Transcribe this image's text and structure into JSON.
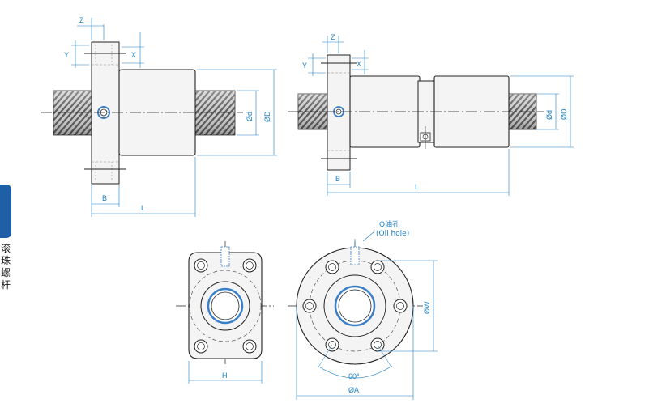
{
  "side_tab": {
    "label": "滚珠螺杆",
    "color": "#1f5fa8"
  },
  "colors": {
    "dimension": "#1b7fc4",
    "outline": "#222222",
    "hole_ring": "#3a7fc8"
  },
  "single_nut_view": {
    "labels": {
      "Z": "Z",
      "Y": "Y",
      "X": "X",
      "B": "B",
      "L": "L",
      "d": "Ød",
      "D": "ØD"
    }
  },
  "double_nut_view": {
    "labels": {
      "Z": "Z",
      "Y": "Y",
      "X": "X",
      "B": "B",
      "L": "L",
      "d": "Ød",
      "D": "ØD"
    }
  },
  "square_flange_view": {
    "labels": {
      "H": "H"
    }
  },
  "round_flange_view": {
    "oil_hole_label": "Q油孔",
    "oil_hole_sub": "(Oil hole)",
    "labels": {
      "W": "ØW",
      "A": "ØA",
      "angle": "60°"
    }
  }
}
